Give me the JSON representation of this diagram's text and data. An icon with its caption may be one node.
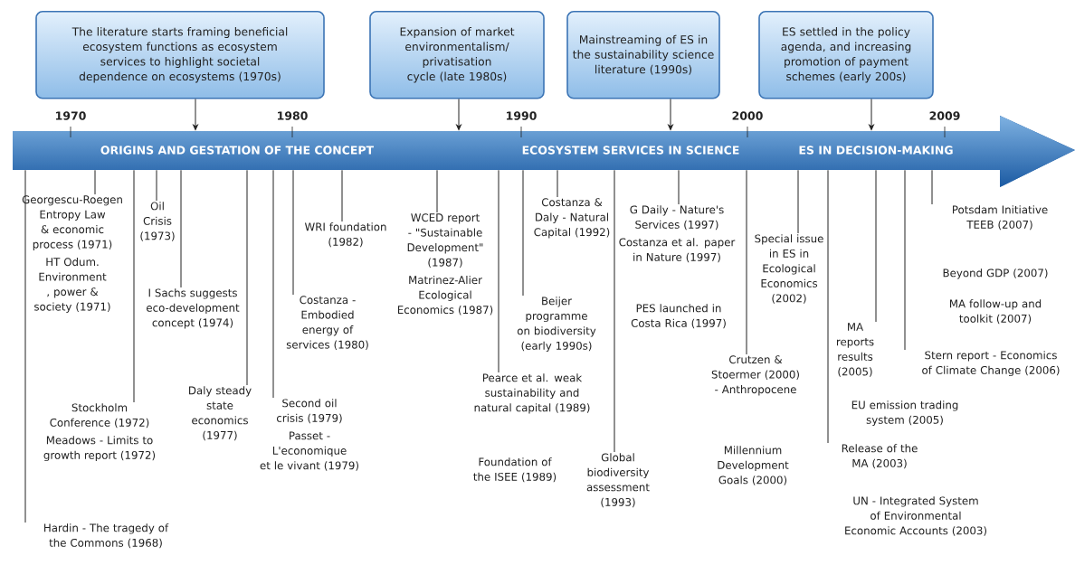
{
  "diagram": {
    "nodes": [
      {
        "text": [
          "The literature starts framing beneficial ecosystem functions as ecosystem services to highlight societal dependence on ecosystems (1970s)"
        ]
      },
      {
        "text": [
          "Expansion of market environmentalism/ privatisation cycle (late 1980s)"
        ]
      },
      {
        "text": [
          "Mainstreaming of ES in the sustainability science literature (1990s)"
        ]
      },
      {
        "text": [
          "ES settled in the policy agenda, and increasing promotion of payment schemes (early 200s)"
        ]
      },
      {
        "text": [
          "ORIGINS AND GESTATION OF THE CONCEPT",
          "ECOSYSTEM SERVICES IN SCIENCE",
          "ES IN DECISION-MAKING"
        ]
      },
      {
        "text": [
          "Hardin - The tragedy of the Commons (1968)"
        ]
      },
      {
        "text": [
          "Georgescu-Roegen Entropy Law & economic process (1971)",
          "HT Odum. Environment , power & society (1971)"
        ]
      },
      {
        "text": [
          "Stockholm Conference (1972)",
          "Meadows - Limits to growth report (1972)"
        ]
      },
      {
        "text": [
          "Oil Crisis (1973)"
        ]
      },
      {
        "text": [
          "I Sachs suggests eco-development concept (1974)"
        ]
      },
      {
        "text": [
          "Daly steady state economics (1977)"
        ]
      },
      {
        "text": [
          "Second oil crisis (1979)",
          "Passet - L'economique et le vivant (1979)"
        ]
      },
      {
        "text": [
          "Costanza - Embodied energy of services (1980)"
        ]
      },
      {
        "text": [
          "WRI foundation (1982)"
        ]
      },
      {
        "text": [
          "WCED report - \"Sustainable Development\" (1987)",
          "Matrinez-Alier Ecological Economics (1987)"
        ]
      },
      {
        "text": [
          "Pearce et al. weak sustainability and natural capital (1989)"
        ]
      },
      {
        "text": [
          "Beijer programme on biodiversity (early 1990s)"
        ]
      },
      {
        "text": [
          "Costanza & Daly - Natural Capital (1992)"
        ]
      },
      {
        "text": [
          "Global biodiversity assessment (1993)"
        ]
      },
      {
        "text": [
          "G Daily - Nature's Services (1997)",
          "Costanza et al. paper in Nature (1997)"
        ]
      },
      {
        "text": [
          "Crutzen & Stoermer (2000) - Anthropocene"
        ]
      },
      {
        "text": [
          "Special issue in ES in Ecological Economics (2002)"
        ]
      },
      {
        "text": [
          "Release of the MA (2003)"
        ]
      },
      {
        "text": [
          "MA reports results (2005)"
        ]
      },
      {
        "text": [
          "Stern report - Economics of Climate Change (2006)"
        ]
      },
      {
        "text": [
          "Potsdam Initiative TEEB (2007)"
        ]
      }
    ],
    "edges": [
      {
        "from": 0,
        "to": 4,
        "arrow": "to"
      },
      {
        "from": 1,
        "to": 4,
        "arrow": "to"
      },
      {
        "from": 2,
        "to": 4,
        "arrow": "to"
      },
      {
        "from": 3,
        "to": 4,
        "arrow": "to"
      },
      {
        "from": 5,
        "to": 4,
        "arrow": "none"
      },
      {
        "from": 6,
        "to": 4,
        "arrow": "none"
      },
      {
        "from": 7,
        "to": 4,
        "arrow": "none"
      },
      {
        "from": 8,
        "to": 4,
        "arrow": "none"
      },
      {
        "from": 9,
        "to": 4,
        "arrow": "none"
      },
      {
        "from": 10,
        "to": 4,
        "arrow": "none"
      },
      {
        "from": 11,
        "to": 4,
        "arrow": "none"
      },
      {
        "from": 12,
        "to": 4,
        "arrow": "none"
      },
      {
        "from": 13,
        "to": 4,
        "arrow": "none"
      },
      {
        "from": 14,
        "to": 4,
        "arrow": "none"
      },
      {
        "from": 15,
        "to": 4,
        "arrow": "none"
      },
      {
        "from": 16,
        "to": 4,
        "arrow": "none"
      },
      {
        "from": 17,
        "to": 4,
        "arrow": "none"
      },
      {
        "from": 18,
        "to": 4,
        "arrow": "none"
      },
      {
        "from": 19,
        "to": 4,
        "arrow": "none"
      },
      {
        "from": 20,
        "to": 4,
        "arrow": "none"
      },
      {
        "from": 21,
        "to": 4,
        "arrow": "none"
      },
      {
        "from": 22,
        "to": 4,
        "arrow": "none"
      },
      {
        "from": 23,
        "to": 4,
        "arrow": "none"
      },
      {
        "from": 24,
        "to": 4,
        "arrow": "none"
      },
      {
        "from": 25,
        "to": 4,
        "arrow": "none"
      }
    ],
    "labels": [
      "1970",
      "1980",
      "1990",
      "2000",
      "2009",
      "Foundation of the ISEE (1989)",
      "PES launched in Costa Rica (1997)",
      "Millennium Development Goals (2000)",
      "Beyond GDP (2007)",
      "MA follow-up and toolkit (2007)",
      "EU emission trading system (2005)",
      "UN - Integrated System of Environmental Economic Accounts (2003)"
    ]
  }
}
